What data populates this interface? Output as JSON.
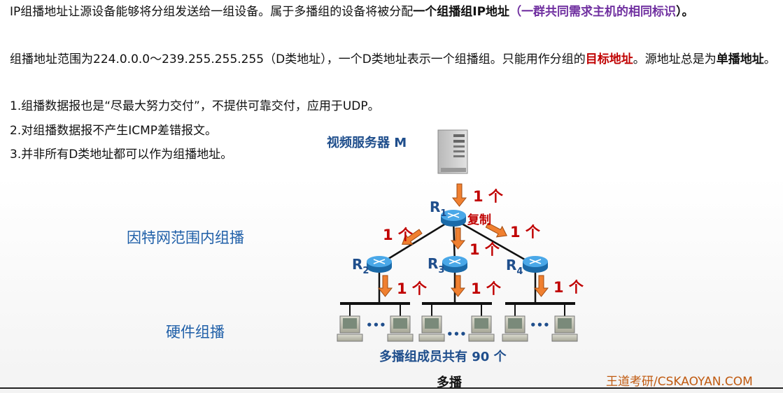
{
  "para1": {
    "a": "IP组播地址让源设备能够将分组发送给一组设备。属于多播组的设备将被分配",
    "b": "一个组播组IP地址",
    "c": "（",
    "d": "一群共同需求主机的相同标识",
    "e": "）。"
  },
  "para2": {
    "a": "组播地址范围为224.0.0.0～239.255.255.255（D类地址），一个D类地址表示一个组播组。只能用作分组的",
    "b": "目标地址",
    "c": "。源地址总是为",
    "d": "单播地址",
    "e": "。"
  },
  "list": [
    "1.组播数据报也是“尽最大努力交付”，不提供可靠交付，应用于UDP。",
    "2.对组播数据报不产生ICMP差错报文。",
    "3.并非所有D类地址都可以作为组播地址。"
  ],
  "labels": {
    "internet_multicast": "因特网范围内组播",
    "hardware_multicast": "硬件组播"
  },
  "diagram": {
    "server_label": "视频服务器 M",
    "r1": "R",
    "r1_sub": "1",
    "r2": "R",
    "r2_sub": "2",
    "r3": "R",
    "r3_sub": "3",
    "r4": "R",
    "r4_sub": "4",
    "copy": "复制",
    "one": "1 个",
    "dots": "•••",
    "members": "多播组成员共有 90 个",
    "caption": "多播"
  },
  "watermark": "王道考研/CSKAOYAN.COM",
  "colors": {
    "purple": "#7030a0",
    "red": "#c00000",
    "blue": "#1f5fa8",
    "arrow_orange": "#f08030",
    "router_blue": "#2a8bd0"
  }
}
